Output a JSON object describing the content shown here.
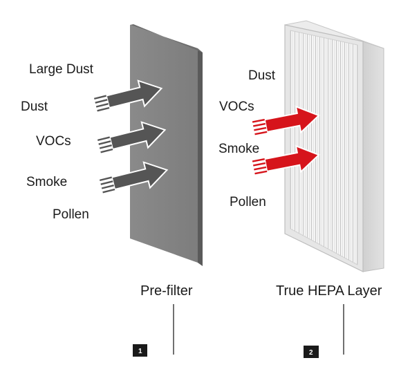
{
  "stage1": {
    "badge": "1",
    "caption": "Pre-filter",
    "labels": [
      "Large Dust",
      "Dust",
      "VOCs",
      "Smoke",
      "Pollen"
    ],
    "arrow_color": "#555555",
    "panel_color": "#8c8c8c"
  },
  "stage2": {
    "badge": "2",
    "caption": "True HEPA Layer",
    "labels": [
      "Dust",
      "VOCs",
      "Smoke",
      "Pollen"
    ],
    "arrow_color": "#d6141b",
    "frame_color": "#dcdcdc"
  }
}
